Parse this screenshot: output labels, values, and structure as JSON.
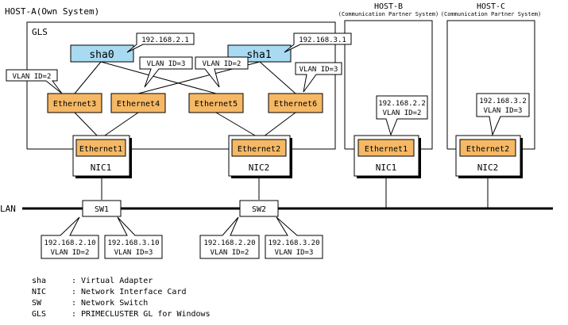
{
  "host_a": {
    "title": "HOST-A(Own System)",
    "gls_label": "GLS"
  },
  "host_b": {
    "title": "HOST-B",
    "subtitle": "(Communication Partner System)"
  },
  "host_c": {
    "title": "HOST-C",
    "subtitle": "(Communication Partner System)"
  },
  "virtual": {
    "sha0": {
      "label": "sha0",
      "ip": "192.168.2.1"
    },
    "sha1": {
      "label": "sha1",
      "ip": "192.168.3.1"
    }
  },
  "vlan_callouts": {
    "eth3": "VLAN ID=2",
    "eth4": "VLAN ID=3",
    "eth5": "VLAN ID=2",
    "eth6": "VLAN ID=3"
  },
  "ethernets": {
    "eth3": "Ethernet3",
    "eth4": "Ethernet4",
    "eth5": "Ethernet5",
    "eth6": "Ethernet6"
  },
  "nics": {
    "a1": {
      "adapter": "Ethernet1",
      "label": "NIC1"
    },
    "a2": {
      "adapter": "Ethernet2",
      "label": "NIC2"
    },
    "b1": {
      "adapter": "Ethernet1",
      "label": "NIC1",
      "ip": "192.168.2.2",
      "vlan": "VLAN ID=2"
    },
    "c2": {
      "adapter": "Ethernet2",
      "label": "NIC2",
      "ip": "192.168.3.2",
      "vlan": "VLAN ID=3"
    }
  },
  "lan_label": "LAN",
  "switches": {
    "sw1": {
      "label": "SW1",
      "left": {
        "ip": "192.168.2.10",
        "vlan": "VLAN ID=2"
      },
      "right": {
        "ip": "192.168.3.10",
        "vlan": "VLAN ID=3"
      }
    },
    "sw2": {
      "label": "SW2",
      "left": {
        "ip": "192.168.2.20",
        "vlan": "VLAN ID=2"
      },
      "right": {
        "ip": "192.168.3.20",
        "vlan": "VLAN ID=3"
      }
    }
  },
  "legend": [
    {
      "term": "sha",
      "desc": ": Virtual Adapter"
    },
    {
      "term": "NIC",
      "desc": ": Network Interface Card"
    },
    {
      "term": "SW",
      "desc": ": Network Switch"
    },
    {
      "term": "GLS",
      "desc": ": PRIMECLUSTER GL for Windows"
    }
  ],
  "colors": {
    "virtual_fill": "#a8daf2",
    "ethernet_fill": "#f5b865",
    "line": "#000000",
    "background": "#ffffff"
  }
}
